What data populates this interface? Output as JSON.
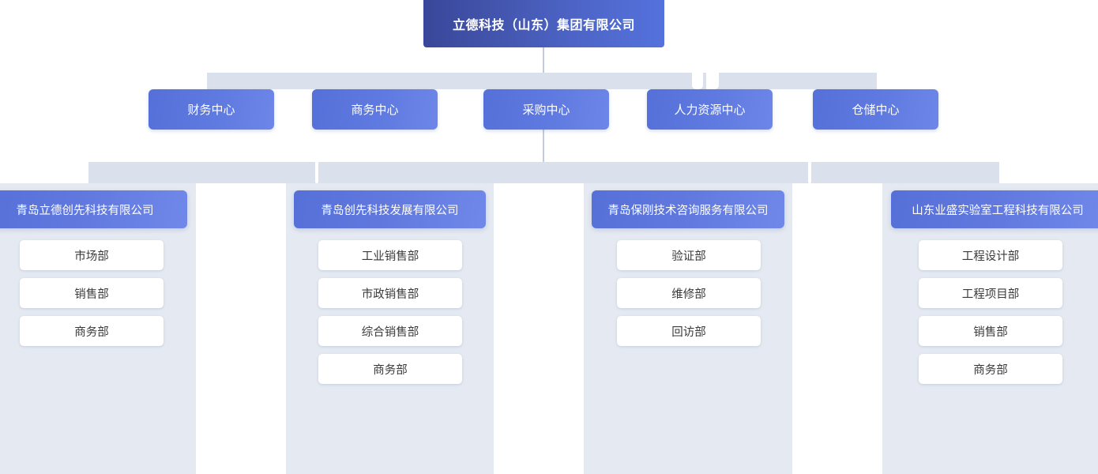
{
  "org_chart": {
    "root": {
      "label": "立德科技（山东）集团有限公司"
    },
    "centers": [
      {
        "label": "财务中心"
      },
      {
        "label": "商务中心"
      },
      {
        "label": "采购中心"
      },
      {
        "label": "人力资源中心"
      },
      {
        "label": "仓储中心"
      }
    ],
    "subsidiaries": [
      {
        "name": "青岛立德创先科技有限公司",
        "departments": [
          {
            "label": "市场部"
          },
          {
            "label": "销售部"
          },
          {
            "label": "商务部"
          }
        ]
      },
      {
        "name": "青岛创先科技发展有限公司",
        "departments": [
          {
            "label": "工业销售部"
          },
          {
            "label": "市政销售部"
          },
          {
            "label": "综合销售部"
          },
          {
            "label": "商务部"
          }
        ]
      },
      {
        "name": "青岛保刚技术咨询服务有限公司",
        "departments": [
          {
            "label": "验证部"
          },
          {
            "label": "维修部"
          },
          {
            "label": "回访部"
          }
        ]
      },
      {
        "name": "山东业盛实验室工程科技有限公司",
        "departments": [
          {
            "label": "工程设计部"
          },
          {
            "label": "工程项目部"
          },
          {
            "label": "销售部"
          },
          {
            "label": "商务部"
          }
        ]
      }
    ],
    "colors": {
      "root_gradient_start": "#39479a",
      "root_gradient_end": "#5472dc",
      "node_blue_start": "#5570d8",
      "node_blue_end": "#6d86e8",
      "connector_bar": "#dbe1ec",
      "connector_line": "#c2cbdd",
      "column_background": "#e5e9f1",
      "leaf_background": "#ffffff",
      "leaf_text": "#3a3a3a",
      "node_text": "#ffffff",
      "page_background": "#ffffff"
    }
  }
}
